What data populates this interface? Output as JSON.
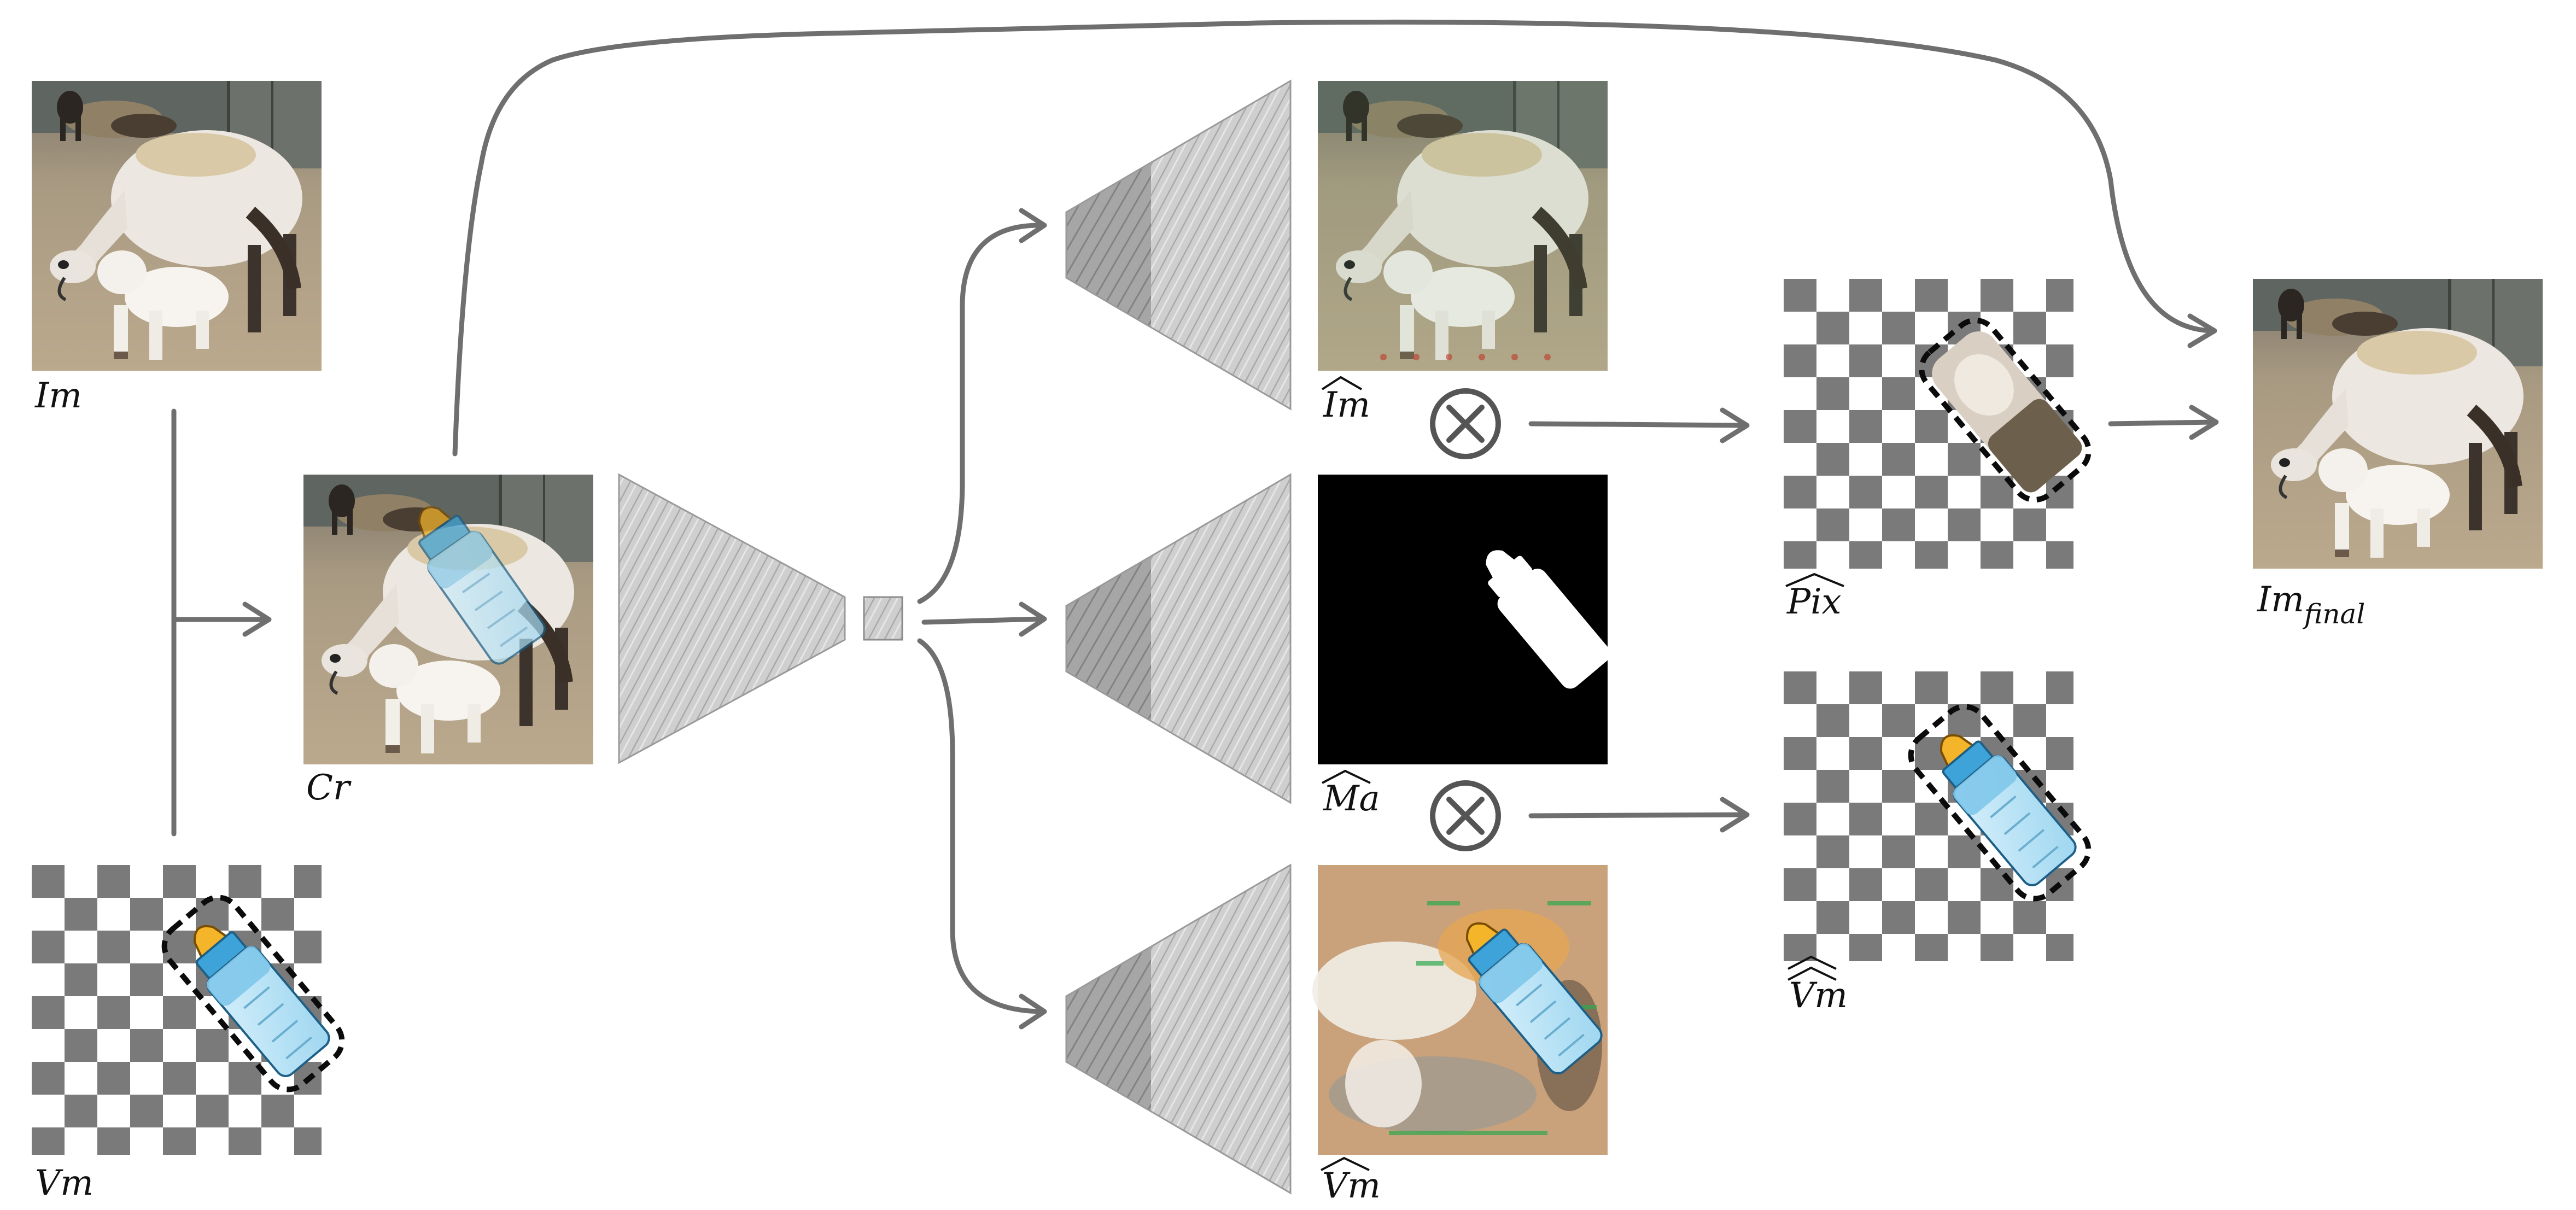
{
  "labels": {
    "im": "Im",
    "vm": "Vm",
    "cr": "Cr",
    "im_hat": "Im",
    "ma_hat": "Ma",
    "vm_hat": "Vm",
    "pix_hat": "Pix",
    "vm_dhat": "Vm",
    "im_final_base": "Im",
    "im_final_sub": "final"
  },
  "colors": {
    "arrow": "#6f6f6f",
    "checker_dark": "#7a7a7a",
    "checker_light": "#ffffff",
    "mask_bg": "#000000",
    "bottle_liquid": "#a9dcf3",
    "bottle_cap": "#f2a81b",
    "bottle_band": "#3ea3d8"
  },
  "icons": {
    "otimes": "circled-times-icon"
  }
}
